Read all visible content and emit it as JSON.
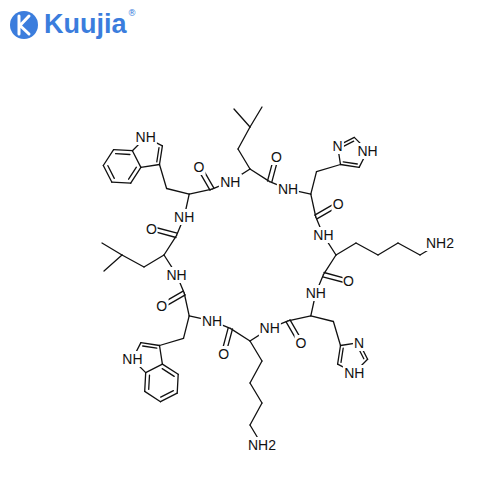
{
  "diagram": {
    "labels": [
      "Kuujia",
      "®",
      "NH",
      "O",
      "NH",
      "O",
      "NH",
      "N",
      "NH",
      "O",
      "NH2",
      "NH",
      "O",
      "NH",
      "N",
      "NH",
      "O",
      "NH2",
      "NH",
      "O",
      "NH",
      "NH",
      "O",
      "NH",
      "O",
      "NH"
    ]
  }
}
